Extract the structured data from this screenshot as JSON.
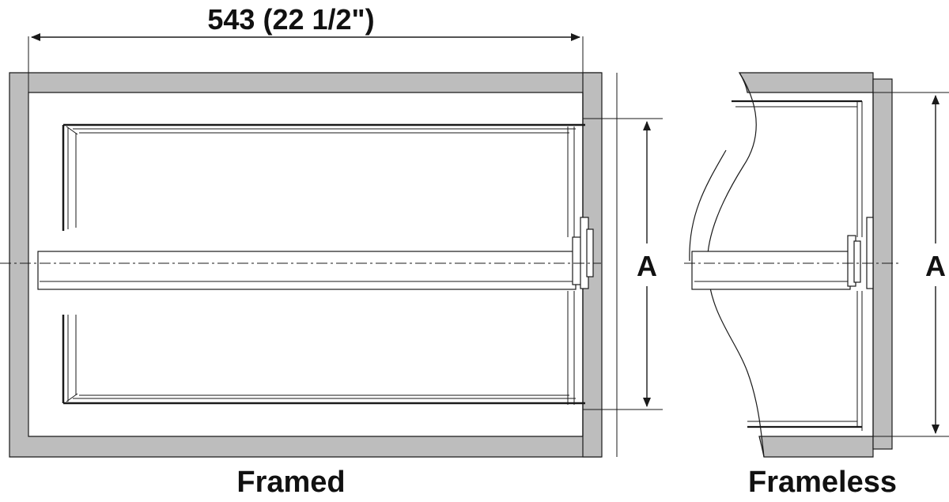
{
  "dimension_width": "543 (22 1/2\")",
  "dimension_height_framed": "A",
  "dimension_height_frameless": "A",
  "captions": {
    "framed": "Framed",
    "frameless": "Frameless"
  },
  "colors": {
    "cabinet_wall": "#bdbdbd",
    "line": "#1a1a1a",
    "background": "#ffffff"
  }
}
